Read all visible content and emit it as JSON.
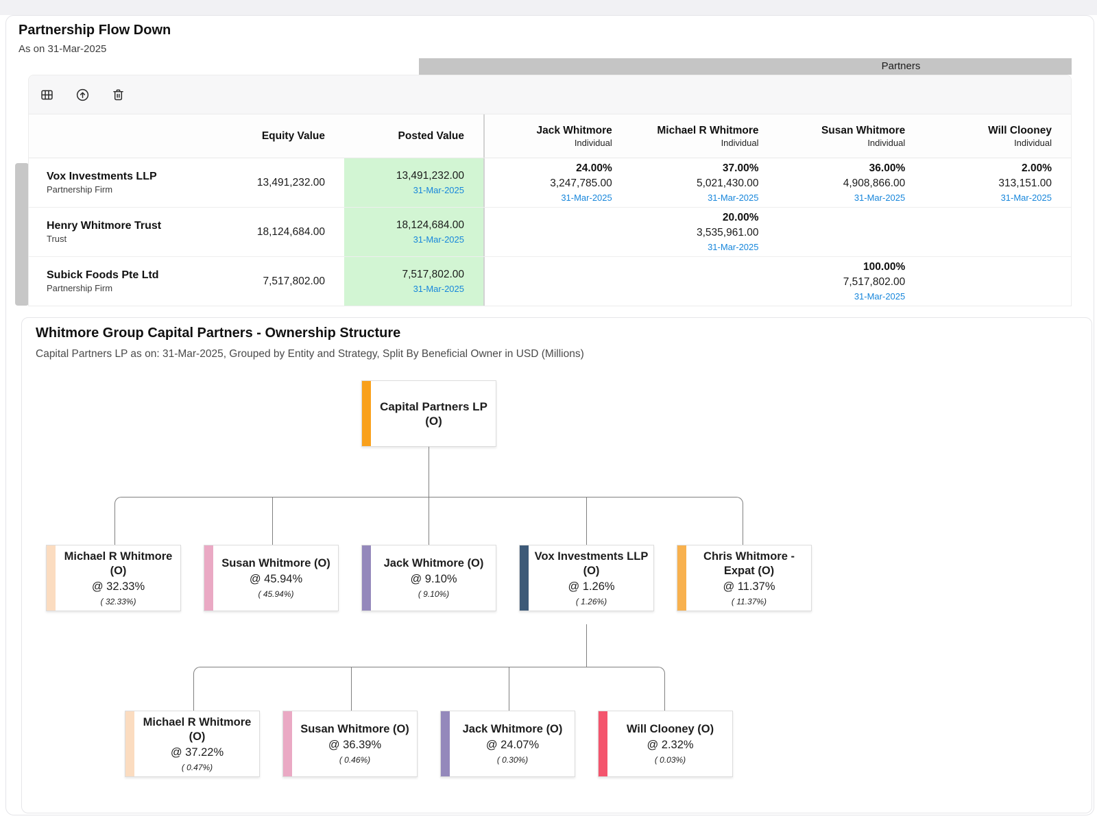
{
  "flowdown": {
    "title": "Partnership Flow Down",
    "subtitle": "As on 31-Mar-2025",
    "partners_band": "Partners",
    "toolbar": {
      "icons": [
        "table-view-icon",
        "export-up-icon",
        "delete-icon"
      ]
    },
    "table": {
      "columns": {
        "equity": "Equity Value",
        "posted": "Posted Value"
      },
      "partner_columns": [
        {
          "name": "Jack Whitmore",
          "type": "Individual"
        },
        {
          "name": "Michael R Whitmore",
          "type": "Individual"
        },
        {
          "name": "Susan Whitmore",
          "type": "Individual"
        },
        {
          "name": "Will Clooney",
          "type": "Individual"
        }
      ],
      "rows": [
        {
          "entity": "Vox Investments LLP",
          "entity_type": "Partnership Firm",
          "equity_value": "13,491,232.00",
          "posted": {
            "value": "13,491,232.00",
            "date": "31-Mar-2025"
          },
          "partners": [
            {
              "pct": "24.00%",
              "value": "3,247,785.00",
              "date": "31-Mar-2025"
            },
            {
              "pct": "37.00%",
              "value": "5,021,430.00",
              "date": "31-Mar-2025"
            },
            {
              "pct": "36.00%",
              "value": "4,908,866.00",
              "date": "31-Mar-2025"
            },
            {
              "pct": "2.00%",
              "value": "313,151.00",
              "date": "31-Mar-2025"
            }
          ]
        },
        {
          "entity": "Henry Whitmore Trust",
          "entity_type": "Trust",
          "equity_value": "18,124,684.00",
          "posted": {
            "value": "18,124,684.00",
            "date": "31-Mar-2025"
          },
          "partners": [
            null,
            {
              "pct": "20.00%",
              "value": "3,535,961.00",
              "date": "31-Mar-2025"
            },
            null,
            null
          ]
        },
        {
          "entity": "Subick Foods Pte Ltd",
          "entity_type": "Partnership Firm",
          "equity_value": "7,517,802.00",
          "posted": {
            "value": "7,517,802.00",
            "date": "31-Mar-2025"
          },
          "partners": [
            null,
            null,
            {
              "pct": "100.00%",
              "value": "7,517,802.00",
              "date": "31-Mar-2025"
            },
            null
          ]
        }
      ]
    }
  },
  "ownership": {
    "title": "Whitmore Group Capital Partners - Ownership Structure",
    "subtitle": "Capital Partners LP as on: 31-Mar-2025, Grouped by Entity and Strategy, Split By Beneficial Owner in USD (Millions)",
    "root": {
      "name": "Capital Partners LP (O)",
      "color": "#F9A01B"
    },
    "level1": [
      {
        "name": "Michael R Whitmore (O)",
        "pct": "@ 32.33%",
        "sub": "( 32.33%)",
        "color": "#FBDCC0"
      },
      {
        "name": "Susan Whitmore (O)",
        "pct": "@ 45.94%",
        "sub": "( 45.94%)",
        "color": "#EAA9C4"
      },
      {
        "name": "Jack Whitmore (O)",
        "pct": "@ 9.10%",
        "sub": "( 9.10%)",
        "color": "#9488BB"
      },
      {
        "name": "Vox Investments LLP (O)",
        "pct": "@ 1.26%",
        "sub": "( 1.26%)",
        "color": "#3D5A78"
      },
      {
        "name": "Chris Whitmore - Expat (O)",
        "pct": "@ 11.37%",
        "sub": "( 11.37%)",
        "color": "#F8B14E"
      }
    ],
    "level2": [
      {
        "name": "Michael R Whitmore (O)",
        "pct": "@ 37.22%",
        "sub": "( 0.47%)",
        "color": "#FBDCC0"
      },
      {
        "name": "Susan Whitmore (O)",
        "pct": "@ 36.39%",
        "sub": "( 0.46%)",
        "color": "#EAA9C4"
      },
      {
        "name": "Jack Whitmore (O)",
        "pct": "@ 24.07%",
        "sub": "( 0.30%)",
        "color": "#9488BB"
      },
      {
        "name": "Will Clooney (O)",
        "pct": "@ 2.32%",
        "sub": "( 0.03%)",
        "color": "#F4556D"
      }
    ]
  },
  "colors": {
    "posted_cell_green": "#D2F5D3",
    "date_link_blue": "#1786DB",
    "partners_band_gray": "#C5C5C5"
  }
}
